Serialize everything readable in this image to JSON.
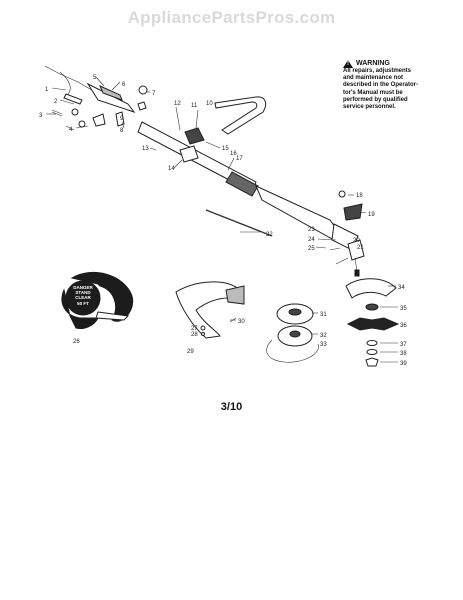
{
  "site_title": "AppliancePartsPros.com",
  "warning": {
    "title": "WARNING",
    "lines": [
      "All repairs, adjustments",
      "and maintenance not",
      "described in the Operator-",
      "tor's Manual must be",
      "performed by qualified",
      "service personnel."
    ]
  },
  "decal": [
    "DANGER",
    "STAND",
    "CLEAR",
    "50 FT"
  ],
  "page_number": "3/10",
  "callouts": [
    "1",
    "2",
    "3",
    "4",
    "5",
    "6",
    "7",
    "8",
    "9",
    "10",
    "11",
    "12",
    "13",
    "14",
    "15",
    "16",
    "17",
    "18",
    "19",
    "20",
    "21",
    "22",
    "23",
    "24",
    "25",
    "26",
    "27",
    "28",
    "29",
    "30",
    "31",
    "32",
    "33",
    "34",
    "35",
    "36",
    "37",
    "38",
    "39"
  ]
}
